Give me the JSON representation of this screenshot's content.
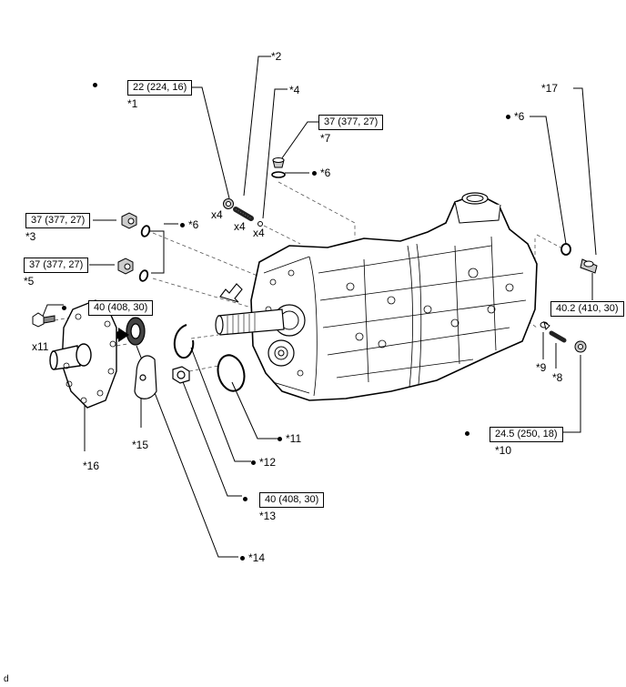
{
  "figure": {
    "title": "Manual transmission assembly exploded view",
    "figure_id": "d",
    "mark_dot": "•",
    "callouts": {
      "c1": "*1",
      "c2": "*2",
      "c3": "*3",
      "c4": "*4",
      "c5": "*5",
      "c6a": "*6",
      "c6b": "*6",
      "c6c": "*6",
      "c7": "*7",
      "c8": "*8",
      "c9": "*9",
      "c10": "*10",
      "c11": "*11",
      "c12": "*12",
      "c13": "*13",
      "c14": "*14",
      "c15": "*15",
      "c16": "*16",
      "c17": "*17"
    },
    "torques": {
      "t1": "22 (224, 16)",
      "t3": "37 (377, 27)",
      "t5": "37 (377, 27)",
      "t7": "37 (377, 27)",
      "t16": "40 (408, 30)",
      "t13": "40 (408, 30)",
      "t17": "40.2 (410, 30)",
      "t10": "24.5 (250, 18)"
    },
    "quantities": {
      "q1": "x4",
      "q2": "x4",
      "q4": "x4",
      "q16": "x11"
    }
  }
}
